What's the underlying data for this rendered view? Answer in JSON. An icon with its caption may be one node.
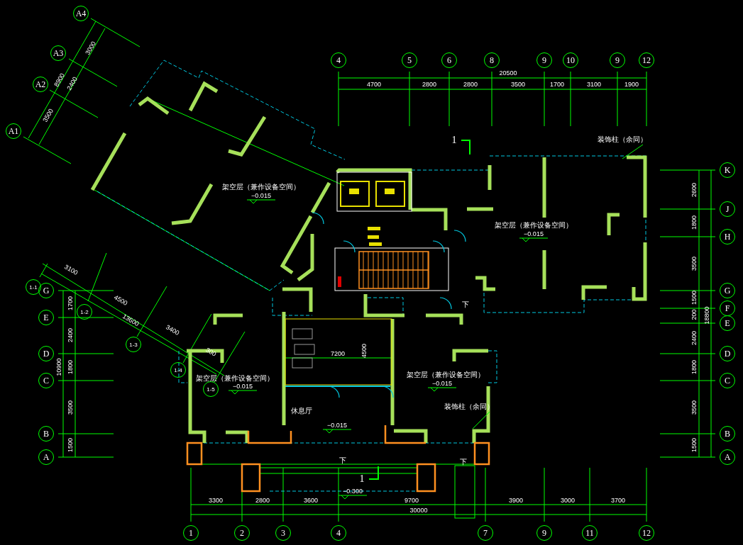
{
  "diagram": {
    "nodes": [
      {
        "text": [
          "A4"
        ]
      },
      {
        "text": [
          "A3"
        ]
      },
      {
        "text": [
          "A2"
        ]
      },
      {
        "text": [
          "A1"
        ]
      },
      {
        "text": [
          "4"
        ]
      },
      {
        "text": [
          "5"
        ]
      },
      {
        "text": [
          "6"
        ]
      },
      {
        "text": [
          "8"
        ]
      },
      {
        "text": [
          "9"
        ]
      },
      {
        "text": [
          "10"
        ]
      },
      {
        "text": [
          "9"
        ]
      },
      {
        "text": [
          "12"
        ]
      },
      {
        "text": [
          "装饰柱（余同）"
        ]
      },
      {
        "text": [
          "1-1"
        ]
      },
      {
        "text": [
          "G"
        ]
      },
      {
        "text": [
          "1-2"
        ]
      },
      {
        "text": [
          "E"
        ]
      },
      {
        "text": [
          "1-3"
        ]
      },
      {
        "text": [
          "D"
        ]
      },
      {
        "text": [
          "1-4"
        ]
      },
      {
        "text": [
          "C"
        ]
      },
      {
        "text": [
          "1-5"
        ]
      },
      {
        "text": [
          "B"
        ]
      },
      {
        "text": [
          "A"
        ]
      },
      {
        "text": [
          "K"
        ]
      },
      {
        "text": [
          "J"
        ]
      },
      {
        "text": [
          "H"
        ]
      },
      {
        "text": [
          "G"
        ]
      },
      {
        "text": [
          "F"
        ]
      },
      {
        "text": [
          "E"
        ]
      },
      {
        "text": [
          "D"
        ]
      },
      {
        "text": [
          "C"
        ]
      },
      {
        "text": [
          "B"
        ]
      },
      {
        "text": [
          "A"
        ]
      },
      {
        "text": [
          "装饰柱（余同）"
        ]
      },
      {
        "text": [
          "1"
        ]
      },
      {
        "text": [
          "2"
        ]
      },
      {
        "text": [
          "3"
        ]
      },
      {
        "text": [
          "4"
        ]
      },
      {
        "text": [
          "7"
        ]
      },
      {
        "text": [
          "9"
        ]
      },
      {
        "text": [
          "11"
        ]
      },
      {
        "text": [
          "12"
        ]
      }
    ],
    "edges": [
      {
        "from": 12,
        "to": null,
        "arrow": "none"
      },
      {
        "from": 34,
        "to": null,
        "arrow": "none"
      }
    ],
    "labels": [
      "3000",
      "8900",
      "2400",
      "3500",
      "20500",
      "4700",
      "2800",
      "2800",
      "3500",
      "1700",
      "3100",
      "1900",
      "1",
      "架空层（兼作设备空间）",
      "−0.015",
      "架空层（兼作设备空间）",
      "−0.015",
      "3100",
      "4500",
      "13600",
      "3400",
      "1700",
      "2400",
      "10900",
      "1800",
      "3500",
      "1500",
      "300",
      "2600",
      "1800",
      "3500",
      "1500",
      "200",
      "18800",
      "2400",
      "1800",
      "3500",
      "1500",
      "7200",
      "4500",
      "架空层（兼作设备空间）",
      "−0.015",
      "架空层（兼作设备空间）",
      "−0.015",
      "下",
      "休息厅",
      "−0.015",
      "下",
      "1",
      "−0.300",
      "下",
      "3300",
      "2800",
      "3600",
      "9700",
      "3900",
      "3000",
      "3700",
      "30000"
    ]
  }
}
